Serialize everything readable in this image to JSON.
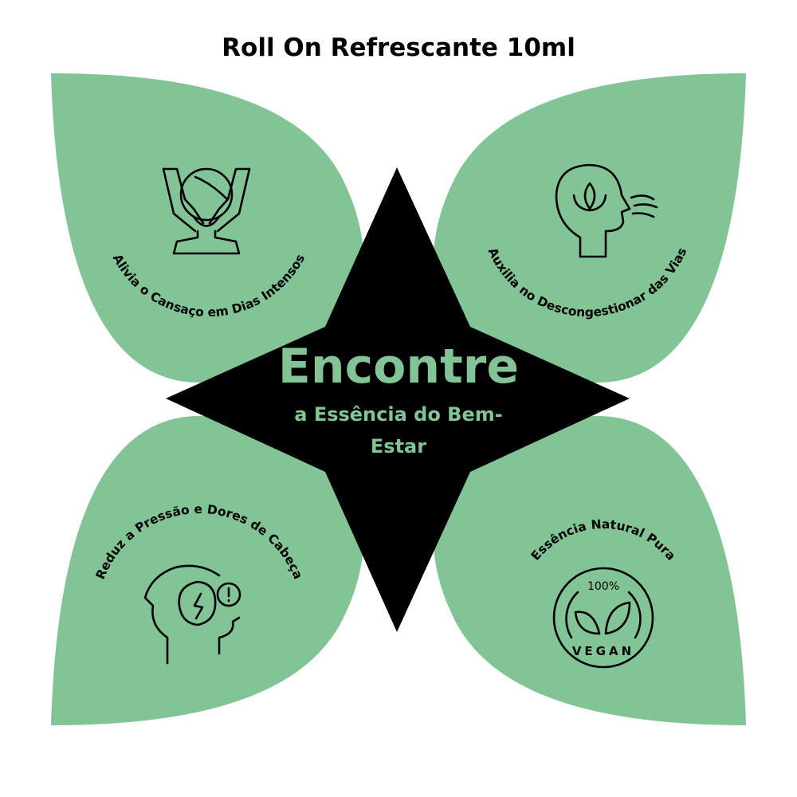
{
  "title": "Roll On Refrescante 10ml",
  "colors": {
    "leaf": "#82c495",
    "star": "#000000",
    "accent_text": "#82c495"
  },
  "center": {
    "headline": "Encontre",
    "subtitle": "a Essência do Bem-Estar"
  },
  "benefits": [
    {
      "label": "Alivia o Cansaço em Dias Intensos",
      "icon": "head-massage-icon"
    },
    {
      "label": "Auxilia no Descongestionar das Vias",
      "icon": "head-breathing-lotus-icon"
    },
    {
      "label": "Reduz a Pressão e Dores de Cabeça",
      "icon": "headache-brain-icon"
    },
    {
      "label": "Essência Natural Pura",
      "icon": "vegan-badge-icon"
    }
  ],
  "badge": {
    "top": "100%",
    "bottom": "VEGAN"
  }
}
